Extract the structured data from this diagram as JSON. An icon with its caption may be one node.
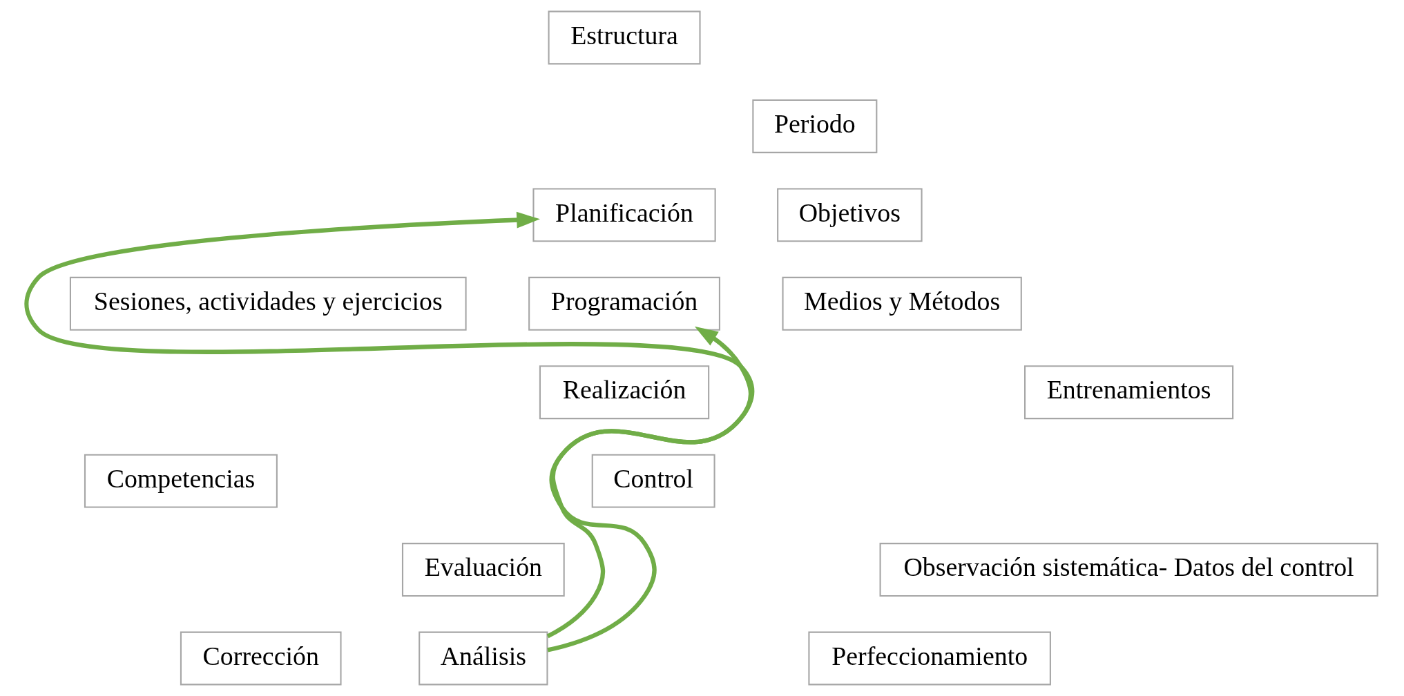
{
  "diagram": {
    "nodes": [
      {
        "text": [
          "Estructura"
        ]
      },
      {
        "text": [
          "Periodo"
        ]
      },
      {
        "text": [
          "Planificación"
        ]
      },
      {
        "text": [
          "Objetivos"
        ]
      },
      {
        "text": [
          "Sesiones, actividades y ejercicios"
        ]
      },
      {
        "text": [
          "Programación"
        ]
      },
      {
        "text": [
          "Medios y Métodos"
        ]
      },
      {
        "text": [
          "Realización"
        ]
      },
      {
        "text": [
          "Entrenamientos"
        ]
      },
      {
        "text": [
          "Competencias"
        ]
      },
      {
        "text": [
          "Control"
        ]
      },
      {
        "text": [
          "Evaluación"
        ]
      },
      {
        "text": [
          "Observación sistemática- Datos del control"
        ]
      },
      {
        "text": [
          "Corrección"
        ]
      },
      {
        "text": [
          "Análisis"
        ]
      },
      {
        "text": [
          "Perfeccionamiento"
        ]
      }
    ],
    "edges": [
      {
        "from": 14,
        "to": 5,
        "arrow": "to"
      },
      {
        "from": 14,
        "to": 2,
        "arrow": "to"
      }
    ]
  }
}
